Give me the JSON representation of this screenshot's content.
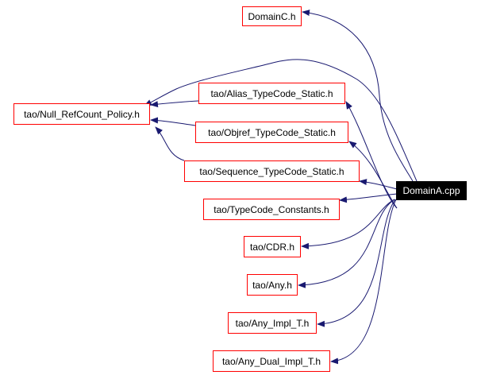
{
  "graph": {
    "root": "DomainA.cpp",
    "nodes": {
      "domainc": "DomainC.h",
      "null_refcount": "tao/Null_RefCount_Policy.h",
      "alias": "tao/Alias_TypeCode_Static.h",
      "objref": "tao/Objref_TypeCode_Static.h",
      "sequence": "tao/Sequence_TypeCode_Static.h",
      "typecode_constants": "tao/TypeCode_Constants.h",
      "cdr": "tao/CDR.h",
      "any": "tao/Any.h",
      "any_impl_t": "tao/Any_Impl_T.h",
      "any_dual_impl_t": "tao/Any_Dual_Impl_T.h"
    },
    "edges": [
      [
        "DomainA.cpp",
        "DomainC.h"
      ],
      [
        "DomainA.cpp",
        "tao/Null_RefCount_Policy.h"
      ],
      [
        "DomainA.cpp",
        "tao/Alias_TypeCode_Static.h"
      ],
      [
        "DomainA.cpp",
        "tao/Objref_TypeCode_Static.h"
      ],
      [
        "DomainA.cpp",
        "tao/Sequence_TypeCode_Static.h"
      ],
      [
        "DomainA.cpp",
        "tao/TypeCode_Constants.h"
      ],
      [
        "DomainA.cpp",
        "tao/CDR.h"
      ],
      [
        "DomainA.cpp",
        "tao/Any.h"
      ],
      [
        "DomainA.cpp",
        "tao/Any_Impl_T.h"
      ],
      [
        "DomainA.cpp",
        "tao/Any_Dual_Impl_T.h"
      ],
      [
        "tao/Alias_TypeCode_Static.h",
        "tao/Null_RefCount_Policy.h"
      ],
      [
        "tao/Objref_TypeCode_Static.h",
        "tao/Null_RefCount_Policy.h"
      ],
      [
        "tao/Sequence_TypeCode_Static.h",
        "tao/Null_RefCount_Policy.h"
      ]
    ],
    "colors": {
      "edge": "#191970",
      "node_border": "#ff0000",
      "root_fill": "#000000"
    }
  }
}
